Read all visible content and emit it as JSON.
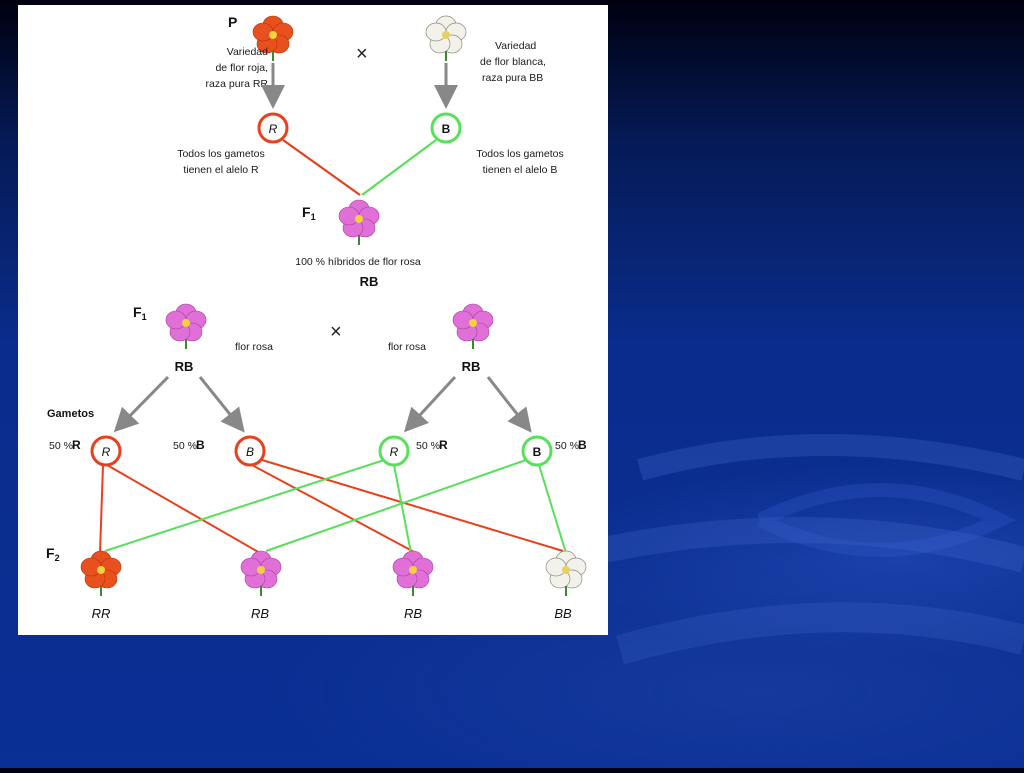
{
  "slide": {
    "colors": {
      "bg_top": "#000010",
      "bg_main": "#0a2c8c",
      "panel": "#ffffff"
    }
  },
  "diagram": {
    "colors": {
      "red": "#e8401c",
      "green": "#58e05a",
      "arrow": "#888888",
      "red_flower": "#e8501e",
      "pink_flower": "#e070d8",
      "white_flower": "#f2f2ea"
    },
    "parental": {
      "generation": "P",
      "cross_symbol": "×",
      "left_desc": [
        "Variedad",
        "de flor roja,",
        "raza pura RR"
      ],
      "right_desc": [
        "Variedad",
        "de flor blanca,",
        "raza pura BB"
      ],
      "left_gamete": "R",
      "right_gamete": "B",
      "left_gamete_note": [
        "Todos los gametos",
        "tienen el alelo R"
      ],
      "right_gamete_note": [
        "Todos los gametos",
        "tienen el alelo B"
      ]
    },
    "f1": {
      "generation": "F1",
      "generation_main": "F",
      "generation_sub": "1",
      "result_label": "100 % híbridos de flor rosa",
      "genotype": "RB"
    },
    "f1_cross": {
      "generation_main": "F",
      "generation_sub": "1",
      "cross_symbol": "×",
      "left_label": "flor rosa",
      "right_label": "flor rosa",
      "left_genotype": "RB",
      "right_genotype": "RB",
      "gametes_title": "Gametos",
      "gametes": [
        {
          "pct": "50 %",
          "allele": "R",
          "circle_text": "R",
          "color": "red"
        },
        {
          "pct": "50 %",
          "allele": "B",
          "circle_text": "B",
          "color": "red"
        },
        {
          "pct": "50 %",
          "allele": "R",
          "circle_text": "R",
          "color": "green"
        },
        {
          "pct": "50 %",
          "allele": "B",
          "circle_text": "B",
          "color": "green"
        }
      ]
    },
    "f2": {
      "generation_main": "F",
      "generation_sub": "2",
      "offspring": [
        {
          "genotype": "RR",
          "flower": "red"
        },
        {
          "genotype": "RB",
          "flower": "pink"
        },
        {
          "genotype": "RB",
          "flower": "pink"
        },
        {
          "genotype": "BB",
          "flower": "white"
        }
      ]
    }
  }
}
